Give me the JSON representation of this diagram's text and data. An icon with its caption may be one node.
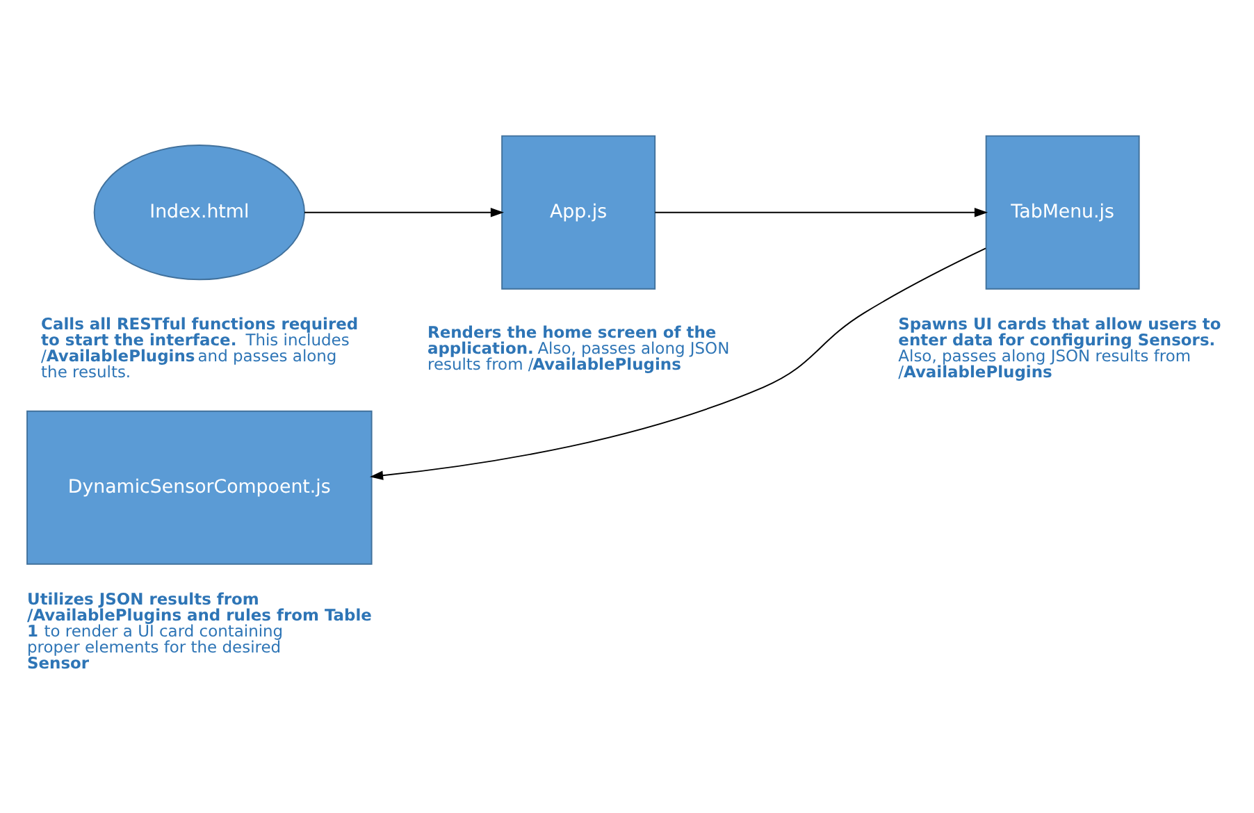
{
  "diagram": {
    "nodes": [
      {
        "text": [
          "Index.html"
        ],
        "beside": [
          "**Calls all RESTful functions required to start the interface.** This includes /**AvailablePlugins** and passes along the results."
        ]
      },
      {
        "text": [
          "App.js"
        ],
        "beside": [
          "**Renders the home screen of the application.** Also, passes along JSON results from /**AvailablePlugins**"
        ]
      },
      {
        "text": [
          "TabMenu.js"
        ],
        "beside": [
          "**Spawns UI cards that allow users to enter data for configuring Sensors.** Also, passes along JSON results from /**AvailablePlugins**"
        ]
      },
      {
        "text": [
          "DynamicSensorCompoent.js"
        ],
        "beside": [
          "**Utilizes JSON results from /AvailablePlugins and rules from Table 1** to render a UI card containing proper elements for the desired **Sensor**"
        ]
      }
    ],
    "edges": [
      {
        "from": 0,
        "to": 1,
        "arrow": "to"
      },
      {
        "from": 1,
        "to": 2,
        "arrow": "to"
      },
      {
        "from": 2,
        "to": 3,
        "arrow": "to"
      }
    ]
  }
}
